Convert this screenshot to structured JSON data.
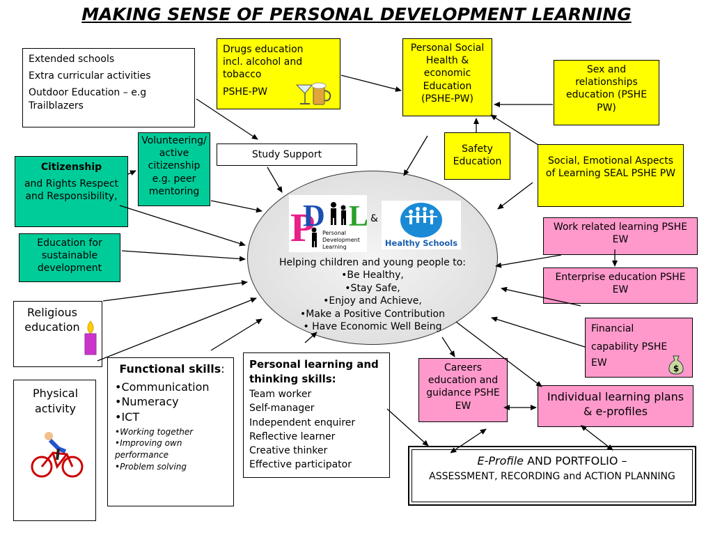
{
  "title": "MAKING SENSE OF PERSONAL DEVELOPMENT LEARNING",
  "colors": {
    "yellow": "#ffff00",
    "pink": "#ff99cc",
    "green": "#00cc99",
    "purple": "#cc33cc",
    "blue": "#1a6fc2"
  },
  "extended": [
    "Extended schools",
    "Extra curricular activities",
    "Outdoor Education – e.g Trailblazers"
  ],
  "drugs": {
    "line1": "Drugs education incl. alcohol and tobacco",
    "line2": "PSHE-PW"
  },
  "pshe": "Personal Social Health & economic Education (PSHE-PW)",
  "sex": "Sex and relationships education (PSHE PW)",
  "safety": "Safety Education",
  "seal": "Social, Emotional Aspects of Learning SEAL  PSHE PW",
  "study": "Study Support",
  "volunteer": "Volunteering/ active citizenship e.g. peer mentoring",
  "citizenship": {
    "bold": "Citizenship",
    "rest": "and Rights Respect and Responsibility,"
  },
  "education_sd": "Education for sustainable development",
  "religious": "Religious education",
  "physical": "Physical activity",
  "functional": {
    "heading": "Functional skills",
    "colon": ":",
    "items": [
      "•Communication",
      "•Numeracy",
      "•ICT"
    ],
    "small": [
      "•Working together",
      "•Improving own performance",
      "•Problem solving"
    ]
  },
  "plts": {
    "heading": "Personal learning and thinking skills:",
    "items": [
      "Team worker",
      "Self-manager",
      "Independent enquirer",
      "Reflective learner",
      "Creative thinker",
      "Effective participator"
    ]
  },
  "work": "Work related learning PSHE EW",
  "enterprise": "Enterprise education PSHE EW",
  "financial": {
    "line1": "Financial",
    "line2": "capability  PSHE EW"
  },
  "careers": "Careers education and guidance PSHE EW",
  "ilp": "Individual learning plans & e-profiles",
  "eprofile": {
    "italic": "E-Profile",
    "rest": " AND PORTFOLIO –",
    "line2": "ASSESSMENT, RECORDING and ACTION PLANNING"
  },
  "center": {
    "intro": "Helping children and young people to:",
    "items": [
      "•Be Healthy,",
      "•Stay Safe,",
      "•Enjoy and Achieve,",
      "•Make a Positive Contribution",
      "• Have Economic Well Being"
    ],
    "amp": "&",
    "pdl_letters": {
      "p": "P",
      "d": "D",
      "l": "L"
    },
    "pdl_caption": [
      "Personal",
      "Development",
      "Learning"
    ],
    "hs_label": "Healthy Schools",
    "dollar": "$"
  }
}
